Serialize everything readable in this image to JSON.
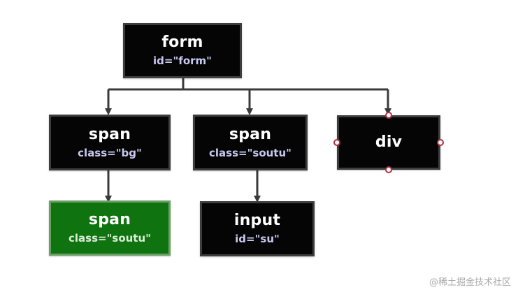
{
  "nodes": {
    "form": {
      "tag": "form",
      "attr": "id=\"form\""
    },
    "span_bg": {
      "tag": "span",
      "attr": "class=\"bg\""
    },
    "span_soutu": {
      "tag": "span",
      "attr": "class=\"soutu\""
    },
    "div": {
      "tag": "div"
    },
    "span_soutu_selected": {
      "tag": "span",
      "attr": "class=\"soutu\""
    },
    "input_su": {
      "tag": "input",
      "attr": "id=\"su\""
    }
  },
  "colors": {
    "node_fill": "#050505",
    "node_border": "#3d3d3d",
    "highlight_fill": "#0f7310",
    "connector": "#3a3a3a",
    "attribute_text": "#c7c9f0",
    "selection_handle": "#b03040"
  },
  "watermark": "@稀土掘金技术社区"
}
